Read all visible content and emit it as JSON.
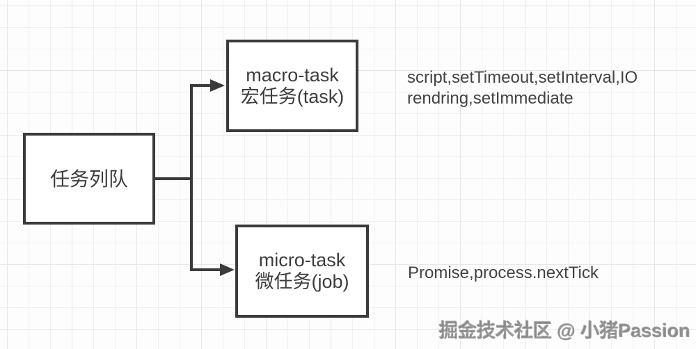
{
  "diagram": {
    "root": {
      "label": "任务列队"
    },
    "macro": {
      "line1": "macro-task",
      "line2": "宏任务(task)",
      "annotation_line1": "script,setTimeout,setInterval,IO",
      "annotation_line2": "rendring,setImmediate"
    },
    "micro": {
      "line1": "micro-task",
      "line2": "微任务(job)",
      "annotation": "Promise,process.nextTick"
    },
    "colors": {
      "stroke": "#3b3b3b",
      "text": "#424242",
      "node_fill": "#ffffff",
      "background": "#fdfdfd",
      "grid_line": "#ececec"
    }
  },
  "watermark": {
    "text": "掘金技术社区 @ 小猪Passion"
  }
}
